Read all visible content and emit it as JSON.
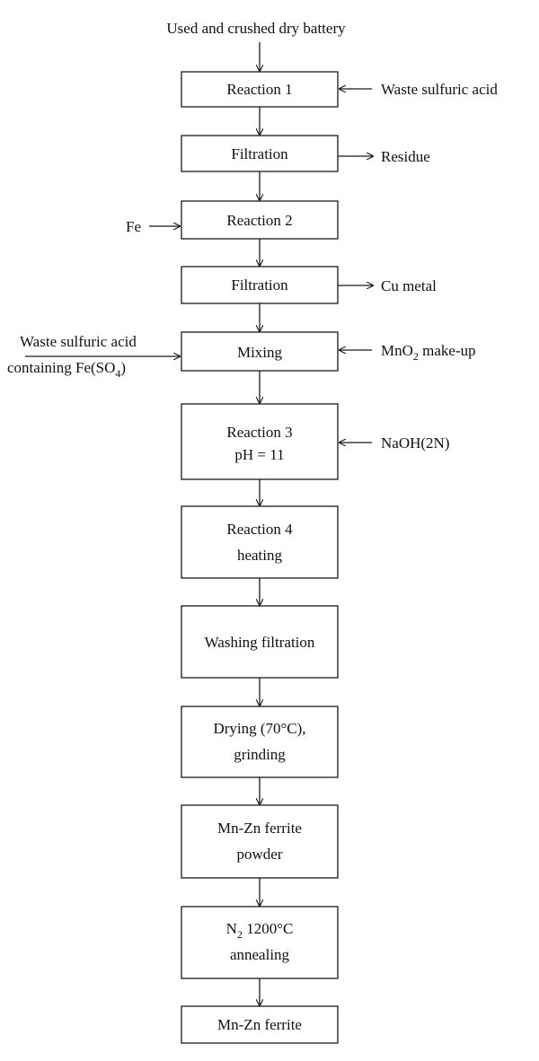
{
  "diagram": {
    "source": "Used and crushed dry battery",
    "steps": [
      {
        "line1": "Reaction 1"
      },
      {
        "line1": "Filtration"
      },
      {
        "line1": "Reaction 2"
      },
      {
        "line1": "Filtration"
      },
      {
        "line1": "Mixing"
      },
      {
        "line1": "Reaction 3",
        "line2": "pH = 11"
      },
      {
        "line1": "Reaction 4",
        "line2": "heating"
      },
      {
        "line1": "Washing filtration"
      },
      {
        "line1": "Drying (70°C),",
        "line2": "grinding"
      },
      {
        "line1": "Mn-Zn ferrite",
        "line2": "powder"
      },
      {
        "line1_prefix": "N",
        "line1_sub": "2",
        "line1_rest": " 1200°C",
        "line2": "annealing"
      },
      {
        "line1": "Mn-Zn ferrite"
      }
    ],
    "inputs": {
      "waste_acid": "Waste sulfuric acid",
      "fe": "Fe",
      "mixing_left_line1": "Waste sulfuric acid",
      "mixing_left_line2_prefix": "containing Fe(SO",
      "mixing_left_line2_sub": "4",
      "mixing_left_line2_suffix": ")",
      "mno2_prefix": "MnO",
      "mno2_sub": "2",
      "mno2_suffix": " make-up",
      "naoh": "NaOH(2N)"
    },
    "outputs": {
      "residue": "Residue",
      "cu_metal": "Cu metal"
    }
  }
}
